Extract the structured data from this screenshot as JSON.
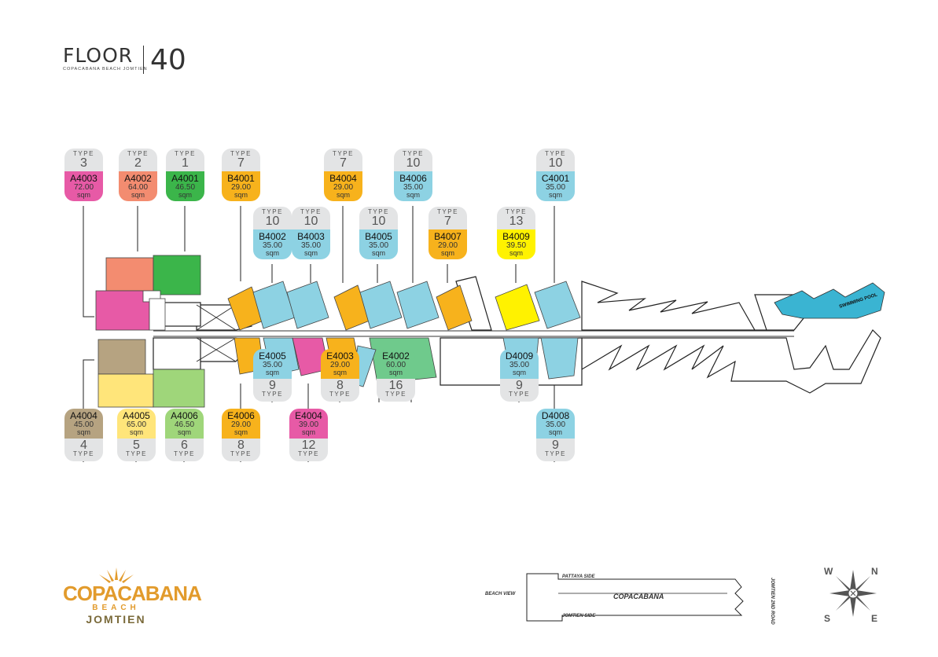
{
  "header": {
    "floor_label": "FLOOR",
    "floor_number": "40",
    "subtitle": "COPACABANA BEACH JOMTIEN"
  },
  "type_word": "TYPE",
  "area_unit": "sqm",
  "colors": {
    "pink": "#e75aa6",
    "salmon": "#f38c70",
    "green": "#3bb54a",
    "orange": "#f7b21c",
    "blue": "#8dd2e3",
    "yellow": "#fff200",
    "tan": "#b6a381",
    "lightyellow": "#ffe57a",
    "lightgreen": "#9fd67a",
    "mint": "#6fca8c",
    "grey": "#e3e4e5"
  },
  "units_top": [
    {
      "type": "3",
      "code": "A4003",
      "area": "72.00",
      "color": "#e75aa6"
    },
    {
      "type": "2",
      "code": "A4002",
      "area": "64.00",
      "color": "#f38c70"
    },
    {
      "type": "1",
      "code": "A4001",
      "area": "46.50",
      "color": "#3bb54a"
    },
    {
      "type": "7",
      "code": "B4001",
      "area": "29.00",
      "color": "#f7b21c"
    },
    {
      "type": "10",
      "code": "B4002",
      "area": "35.00",
      "color": "#8dd2e3"
    },
    {
      "type": "10",
      "code": "B4003",
      "area": "35.00",
      "color": "#8dd2e3"
    },
    {
      "type": "7",
      "code": "B4004",
      "area": "29.00",
      "color": "#f7b21c"
    },
    {
      "type": "10",
      "code": "B4005",
      "area": "35.00",
      "color": "#8dd2e3"
    },
    {
      "type": "10",
      "code": "B4006",
      "area": "35.00",
      "color": "#8dd2e3"
    },
    {
      "type": "7",
      "code": "B4007",
      "area": "29.00",
      "color": "#f7b21c"
    },
    {
      "type": "13",
      "code": "B4009",
      "area": "39.50",
      "color": "#fff200"
    },
    {
      "type": "10",
      "code": "C4001",
      "area": "35.00",
      "color": "#8dd2e3"
    }
  ],
  "units_bottom": [
    {
      "type": "4",
      "code": "A4004",
      "area": "45.00",
      "color": "#b6a381"
    },
    {
      "type": "5",
      "code": "A4005",
      "area": "65.00",
      "color": "#ffe57a"
    },
    {
      "type": "6",
      "code": "A4006",
      "area": "46.50",
      "color": "#9fd67a"
    },
    {
      "type": "8",
      "code": "E4006",
      "area": "29.00",
      "color": "#f7b21c"
    },
    {
      "type": "9",
      "code": "E4005",
      "area": "35.00",
      "color": "#8dd2e3"
    },
    {
      "type": "12",
      "code": "E4004",
      "area": "39.00",
      "color": "#e75aa6"
    },
    {
      "type": "8",
      "code": "E4003",
      "area": "29.00",
      "color": "#f7b21c"
    },
    {
      "type": "16",
      "code": "E4002",
      "area": "60.00",
      "color": "#6fca8c"
    },
    {
      "type": "9",
      "code": "D4009",
      "area": "35.00",
      "color": "#8dd2e3"
    },
    {
      "type": "9",
      "code": "D4008",
      "area": "35.00",
      "color": "#8dd2e3"
    }
  ],
  "plan": {
    "pool_label": "SWIMMING POOL"
  },
  "brand": {
    "name": "COPACABANA",
    "beach": "BEACH",
    "location": "JOMTIEN"
  },
  "key_map": {
    "pattaya_side": "PATTAYA SIDE",
    "beach_view": "BEACH VIEW",
    "building": "COPACABANA",
    "jomtien_side": "JOMTIEN SIDE",
    "road": "JOMTIEN 2ND ROAD"
  },
  "compass": {
    "n": "N",
    "e": "E",
    "s": "S",
    "w": "W"
  }
}
